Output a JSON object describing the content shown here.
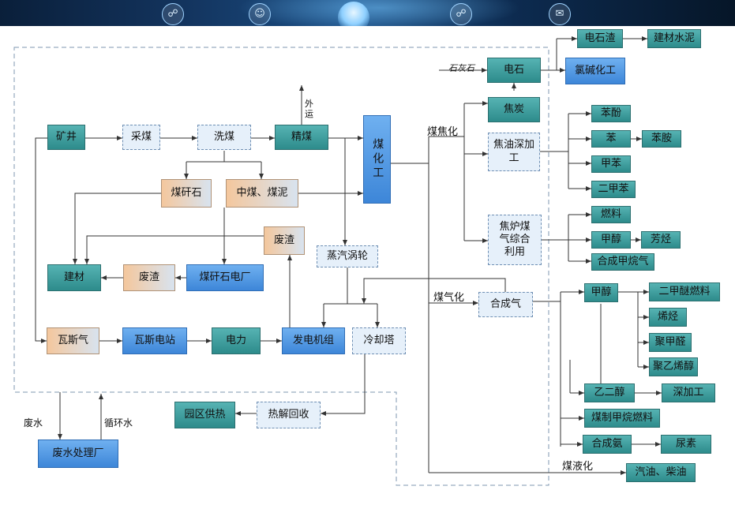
{
  "boxes": {
    "kuangjing": "矿井",
    "caimei": "采煤",
    "ximei": "洗煤",
    "jingmei": "精煤",
    "meihuagong": "煤化工",
    "meiganshi": "煤矸石",
    "zhongmei": "中煤、煤泥",
    "feizha_upper": "废渣",
    "zhengqi": "蒸汽涡轮",
    "jiancai": "建材",
    "feizha_lower": "废渣",
    "dianchang": "煤矸石电厂",
    "wasiqi": "瓦斯气",
    "wasidianzhan": "瓦斯电站",
    "dianli": "电力",
    "fadian": "发电机组",
    "lengque": "冷却塔",
    "yuanqu": "园区供热",
    "rejie": "热解回收",
    "feishuichang": "废水处理厂",
    "dianshi": "电石",
    "dianshizha": "电石渣",
    "jiancaishuini": "建材水泥",
    "lvjian": "氯碱化工",
    "jiaotan": "焦炭",
    "jiaoyou": "焦油深加工",
    "benfen": "苯酚",
    "ben": "苯",
    "benan": "苯胺",
    "jiaben": "甲苯",
    "erjiaben": "二甲苯",
    "jiaolu": "焦炉煤气综合利用",
    "ranliao": "燃料",
    "jiachun_top": "甲醇",
    "fangting": "芳烃",
    "hechengjiawan": "合成甲烷气",
    "hechengqi": "合成气",
    "jiachun": "甲醇",
    "erjiami": "二甲醚燃料",
    "xiting": "烯烃",
    "jujiaquan": "聚甲醛",
    "juyixichun": "聚乙烯醇",
    "yierchun": "乙二醇",
    "shenjiagong": "深加工",
    "meizhijiawan": "煤制甲烷燃料",
    "hechengan": "合成氨",
    "niaosu": "尿素",
    "qiyou": "汽油、柴油"
  },
  "labels": {
    "waiyun": "外运",
    "shihuishi": "石灰石",
    "meijiaohua": "煤焦化",
    "meiqihua": "煤气化",
    "meiyehua": "煤液化",
    "feishui": "废水",
    "xunhuanshui": "循环水"
  },
  "colors": {
    "teal": "#3a9c9c",
    "blue": "#4a90e2",
    "tan": "#f0c49a",
    "dashed_fill": "#e6f0fa",
    "line": "#333333"
  }
}
